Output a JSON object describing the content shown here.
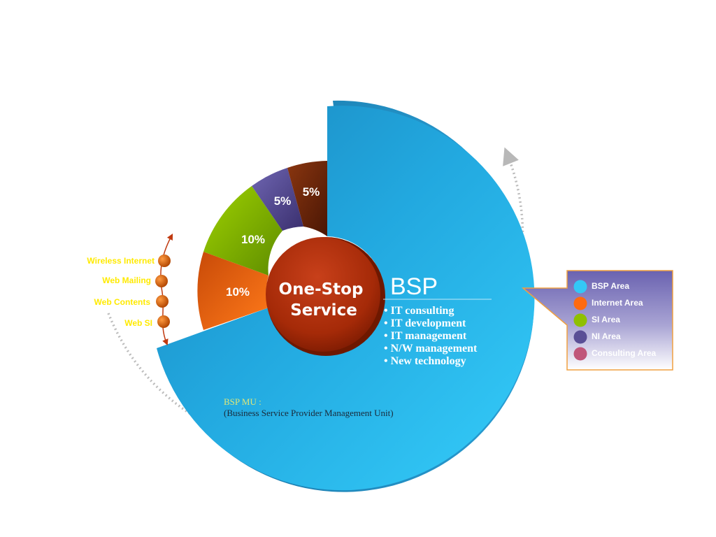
{
  "center": {
    "line1": "One-Stop",
    "line2": "Service"
  },
  "bsp": {
    "title": "BSP",
    "items": [
      "• IT consulting",
      "• IT development",
      "• IT management",
      "• N/W management",
      "• New technology"
    ]
  },
  "mu": {
    "title": "BSP MU :",
    "description": "(Business Service Provider Management Unit)"
  },
  "segments": [
    {
      "label": "10%",
      "color": "#ff6a10"
    },
    {
      "label": "10%",
      "color": "#8fc000"
    },
    {
      "label": "5%",
      "color": "#5a4f96"
    },
    {
      "label": "5%",
      "color": "#7a2a0a"
    }
  ],
  "side_labels": [
    "Wireless Internet",
    "Web Mailing",
    "Web Contents",
    "Web SI"
  ],
  "legend": [
    {
      "label": "BSP Area",
      "color": "#33c8f6"
    },
    {
      "label": "Internet Area",
      "color": "#ff6a10"
    },
    {
      "label": "SI Area",
      "color": "#8fc000"
    },
    {
      "label": "NI Area",
      "color": "#5a4f96"
    },
    {
      "label": "Consulting Area",
      "color": "#c0567a"
    }
  ],
  "colors": {
    "bsp_main": "#2bb8ee",
    "bsp_dark": "#1a7eb0",
    "center": "#b02a08",
    "legend_border": "#f0a040"
  }
}
